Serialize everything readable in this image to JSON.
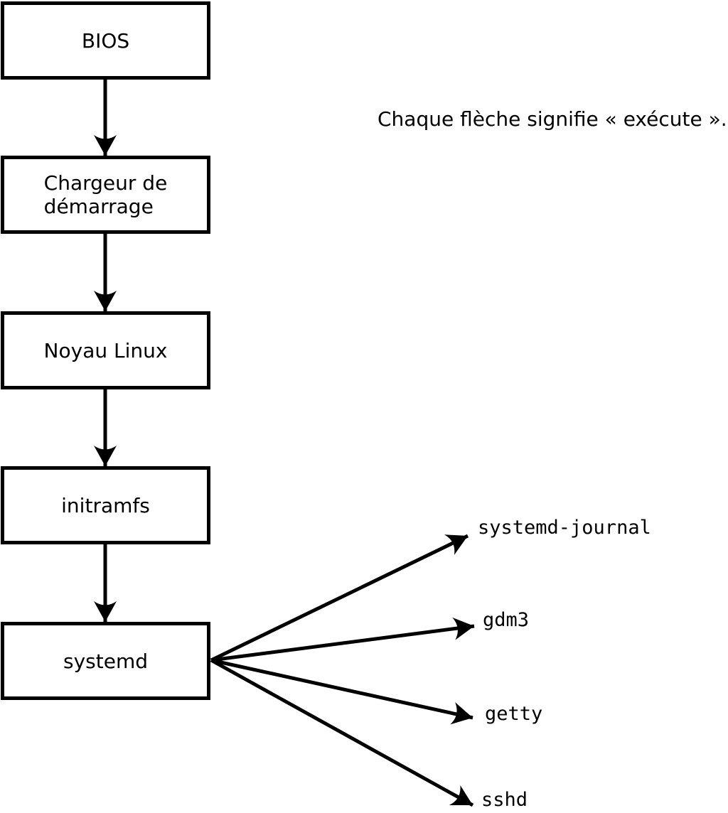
{
  "colors": {
    "ink": "#000000",
    "background": "#ffffff"
  },
  "note": {
    "text": "Chaque flèche signifie « exécute »."
  },
  "flow": {
    "boxes": [
      {
        "id": "bios",
        "label": "BIOS"
      },
      {
        "id": "bootloader",
        "label": "Chargeur de\ndémarrage"
      },
      {
        "id": "kernel",
        "label": "Noyau Linux"
      },
      {
        "id": "initramfs",
        "label": "initramfs"
      },
      {
        "id": "systemd",
        "label": "systemd"
      }
    ]
  },
  "processes": [
    {
      "id": "systemd-journal",
      "label": "systemd-journal"
    },
    {
      "id": "gdm3",
      "label": "gdm3"
    },
    {
      "id": "getty",
      "label": "getty"
    },
    {
      "id": "sshd",
      "label": "sshd"
    }
  ]
}
